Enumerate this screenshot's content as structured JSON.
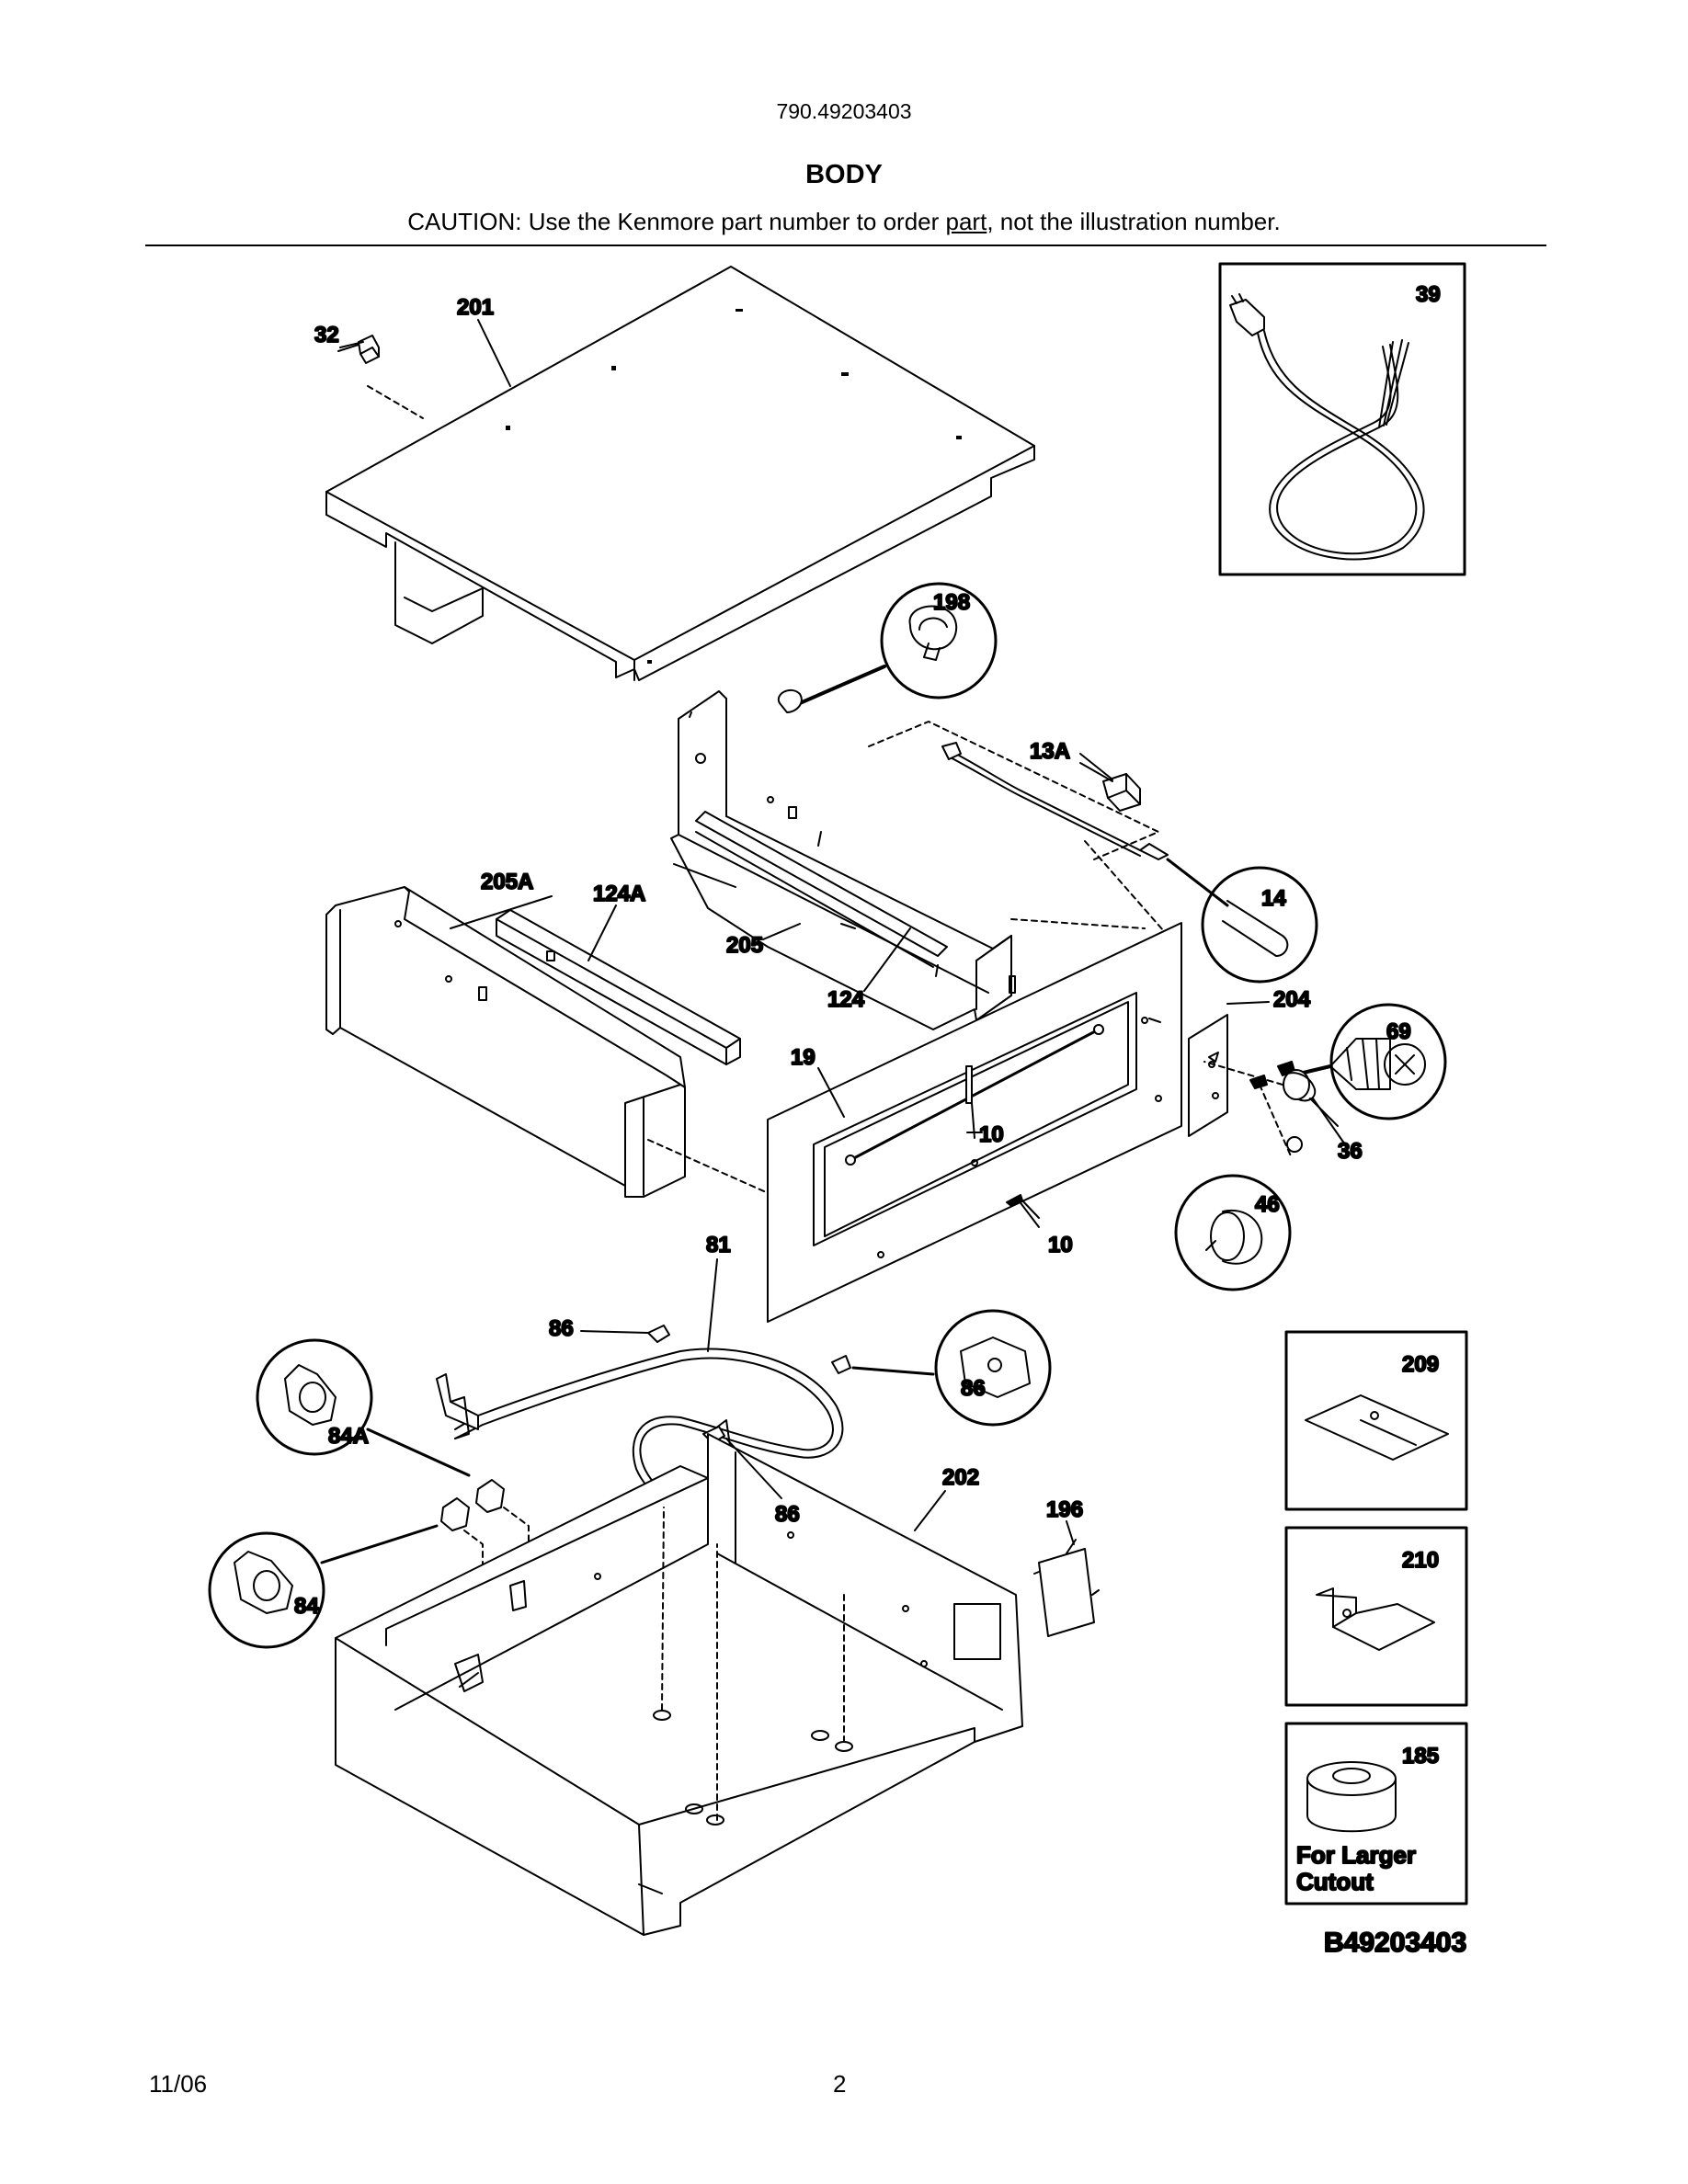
{
  "header": {
    "model_number": "790.49203403",
    "section_title": "BODY",
    "caution_prefix": "CAUTION: Use the Kenmore part number to order ",
    "caution_link": "part",
    "caution_suffix": ", not the illustration number."
  },
  "callouts": [
    {
      "id": "c-32",
      "text": "32"
    },
    {
      "id": "c-201",
      "text": "201"
    },
    {
      "id": "c-39",
      "text": "39"
    },
    {
      "id": "c-198",
      "text": "198"
    },
    {
      "id": "c-13a",
      "text": "13A"
    },
    {
      "id": "c-14",
      "text": "14"
    },
    {
      "id": "c-205a",
      "text": "205A"
    },
    {
      "id": "c-124a",
      "text": "124A"
    },
    {
      "id": "c-205",
      "text": "205"
    },
    {
      "id": "c-124",
      "text": "124"
    },
    {
      "id": "c-204",
      "text": "204"
    },
    {
      "id": "c-69",
      "text": "69"
    },
    {
      "id": "c-19",
      "text": "19"
    },
    {
      "id": "c-10a",
      "text": "10"
    },
    {
      "id": "c-36",
      "text": "36"
    },
    {
      "id": "c-46",
      "text": "46"
    },
    {
      "id": "c-81",
      "text": "81"
    },
    {
      "id": "c-10b",
      "text": "10"
    },
    {
      "id": "c-86a",
      "text": "86"
    },
    {
      "id": "c-86b",
      "text": "86"
    },
    {
      "id": "c-84a",
      "text": "84A"
    },
    {
      "id": "c-86c",
      "text": "86"
    },
    {
      "id": "c-202",
      "text": "202"
    },
    {
      "id": "c-196",
      "text": "196"
    },
    {
      "id": "c-84",
      "text": "84"
    },
    {
      "id": "c-209",
      "text": "209"
    },
    {
      "id": "c-210",
      "text": "210"
    },
    {
      "id": "c-185",
      "text": "185"
    }
  ],
  "notes": {
    "larger_cutout_line1": "For Larger",
    "larger_cutout_line2": "Cutout"
  },
  "diagram_ref": "B49203403",
  "footer": {
    "date": "11/06",
    "page_number": "2"
  }
}
